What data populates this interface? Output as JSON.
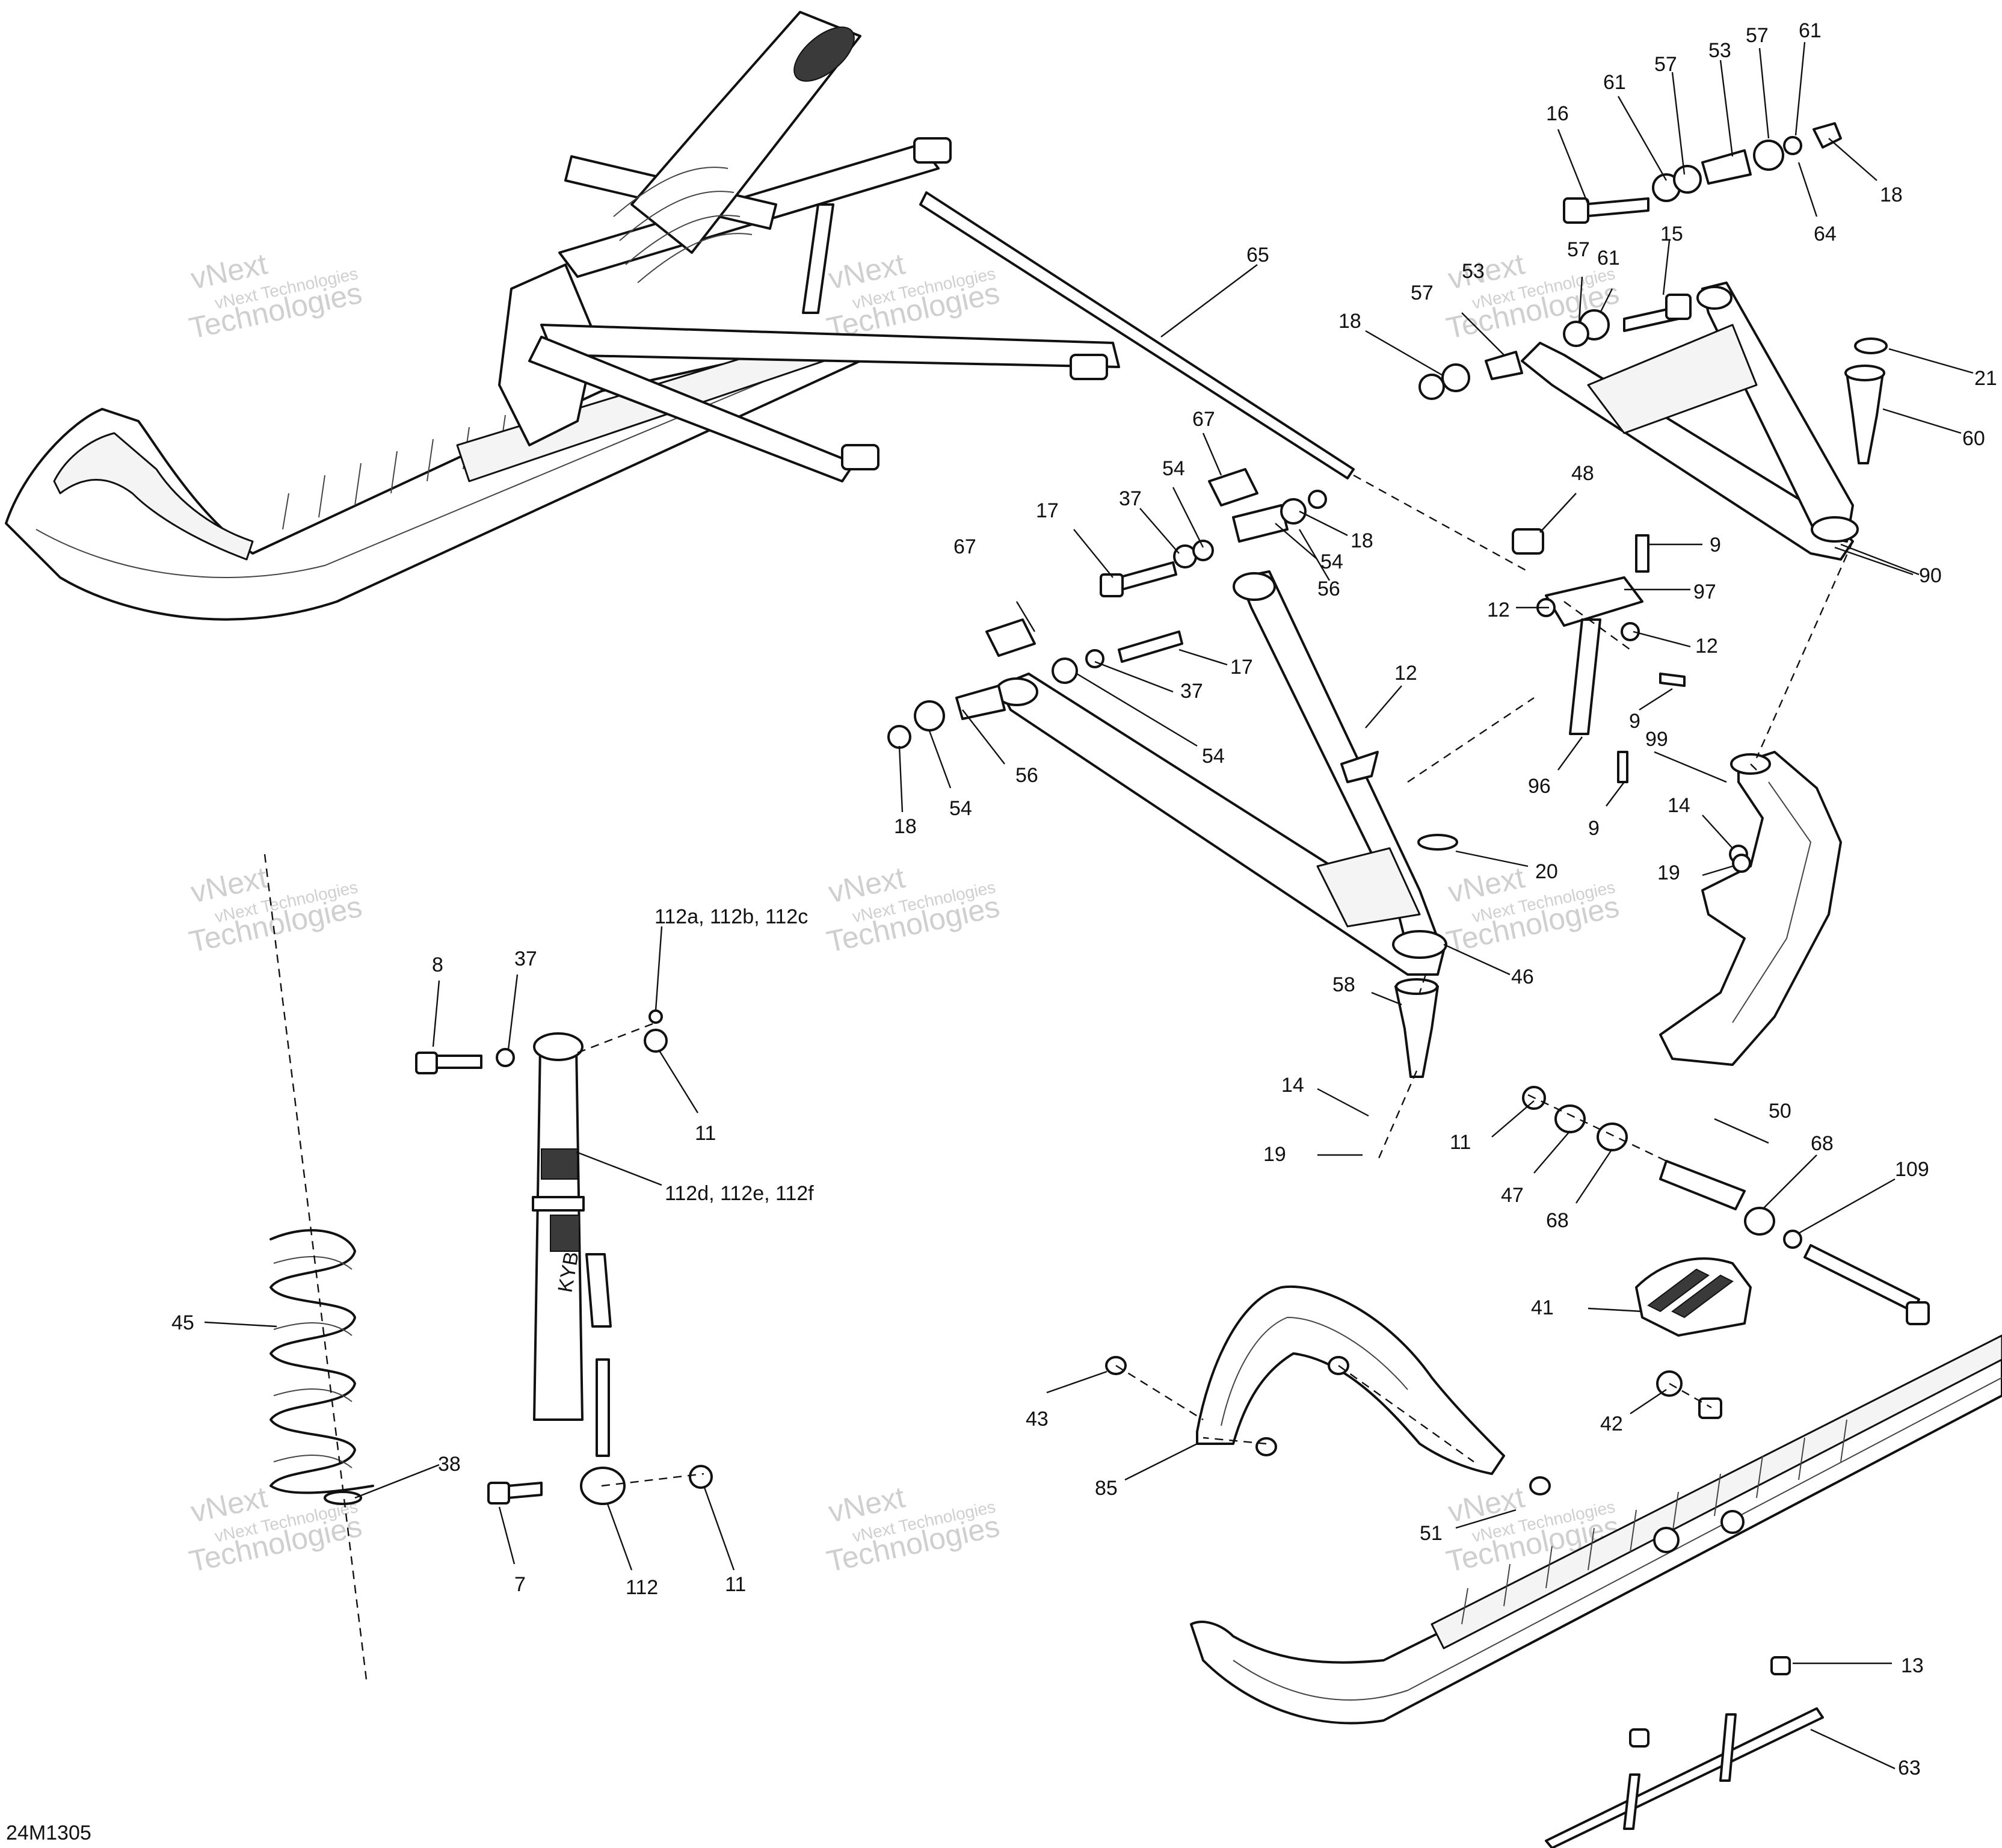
{
  "diagram_code": "24M1305",
  "watermark": {
    "line1": "vNext",
    "line2": "vNext Technologies",
    "line3": "Technologies"
  },
  "shock_brand": "KYB",
  "labels": {
    "p16": "16",
    "p61a": "61",
    "p57a": "57",
    "p53a": "53",
    "p57b": "57",
    "p61b": "61",
    "p18a": "18",
    "p64": "64",
    "p15": "15",
    "p57c": "57",
    "p53b": "53",
    "p57d": "57",
    "p61c": "61",
    "p18b": "18",
    "p65": "65",
    "p21": "21",
    "p60": "60",
    "p67a": "67",
    "p54a": "54",
    "p37a": "37",
    "p17a": "17",
    "p18c": "18",
    "p54b": "54",
    "p56a": "56",
    "p48": "48",
    "p9a": "9",
    "p97": "97",
    "p12a": "12",
    "p12b": "12",
    "p90": "90",
    "p67b": "67",
    "p17b": "17",
    "p37b": "37",
    "p12c": "12",
    "p9b": "9",
    "p54c": "54",
    "p56b": "56",
    "p54d": "54",
    "p18d": "18",
    "p96": "96",
    "p99": "99",
    "p9c": "9",
    "p14a": "14",
    "p19a": "19",
    "p20": "20",
    "p112abc": "112a, 112b, 112c",
    "p8": "8",
    "p37c": "37",
    "p46": "46",
    "p58": "58",
    "p11a": "11",
    "p14b": "14",
    "p19b": "19",
    "p112def": "112d, 112e, 112f",
    "p50": "50",
    "p11b": "11",
    "p47": "47",
    "p68a": "68",
    "p68b": "68",
    "p109": "109",
    "p45": "45",
    "p41": "41",
    "p43": "43",
    "p42": "42",
    "p38": "38",
    "p85": "85",
    "p51": "51",
    "p7": "7",
    "p112": "112",
    "p11c": "11",
    "p13": "13",
    "p63": "63"
  }
}
